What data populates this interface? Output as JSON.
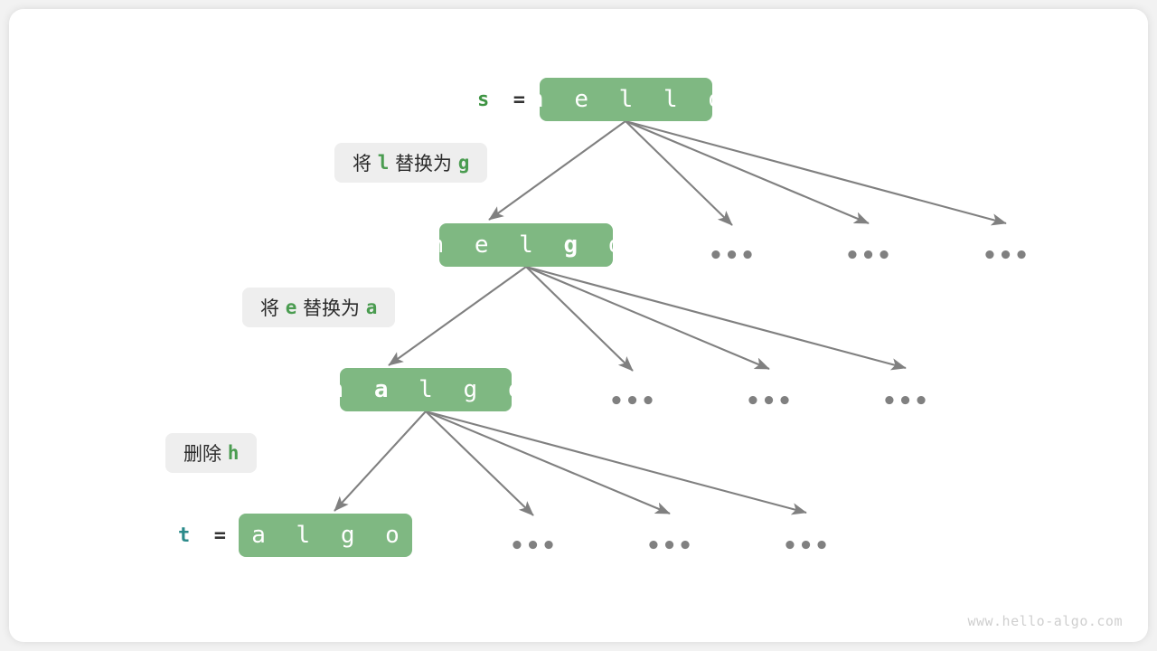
{
  "watermark": "www.hello-algo.com",
  "colors": {
    "node_bg": "#7fb882",
    "node_text": "#ffffff",
    "label_bg": "#eeeeee",
    "arrow": "#808080",
    "var_s": "#3e9443",
    "var_t": "#2b8a8a",
    "highlight": "#4a9c50",
    "canvas_bg": "#f2f2f2",
    "card_bg": "#ffffff"
  },
  "variables": {
    "source_name": "s",
    "target_name": "t",
    "equals": "="
  },
  "nodes": [
    {
      "id": "node-hello",
      "prefix": "h e l",
      "highlight": "",
      "suffix": " l o",
      "full": "hello"
    },
    {
      "id": "node-helgo",
      "prefix": "h e l ",
      "highlight": "g",
      "suffix": " o",
      "full": "helgo"
    },
    {
      "id": "node-halgo",
      "prefix": "h ",
      "highlight": "a",
      "suffix": " l g o",
      "full": "halgo"
    },
    {
      "id": "node-algo",
      "prefix": "a l g o",
      "highlight": "",
      "suffix": "",
      "full": "algo"
    }
  ],
  "operations": [
    {
      "id": "op-replace-l-g",
      "pre": "将 ",
      "char1": "l",
      "mid": " 替换为 ",
      "char2": "g",
      "text": "将 l 替换为 g"
    },
    {
      "id": "op-replace-e-a",
      "pre": "将 ",
      "char1": "e",
      "mid": " 替换为 ",
      "char2": "a",
      "text": "将 e 替换为 a"
    },
    {
      "id": "op-delete-h",
      "pre": "删除 ",
      "char1": "h",
      "mid": "",
      "char2": "",
      "text": "删除 h"
    }
  ],
  "ellipses": {
    "glyph": "•••",
    "row1": [
      "•••",
      "•••",
      "•••"
    ],
    "row2": [
      "•••",
      "•••",
      "•••"
    ],
    "row3": [
      "•••",
      "•••",
      "•••"
    ]
  }
}
